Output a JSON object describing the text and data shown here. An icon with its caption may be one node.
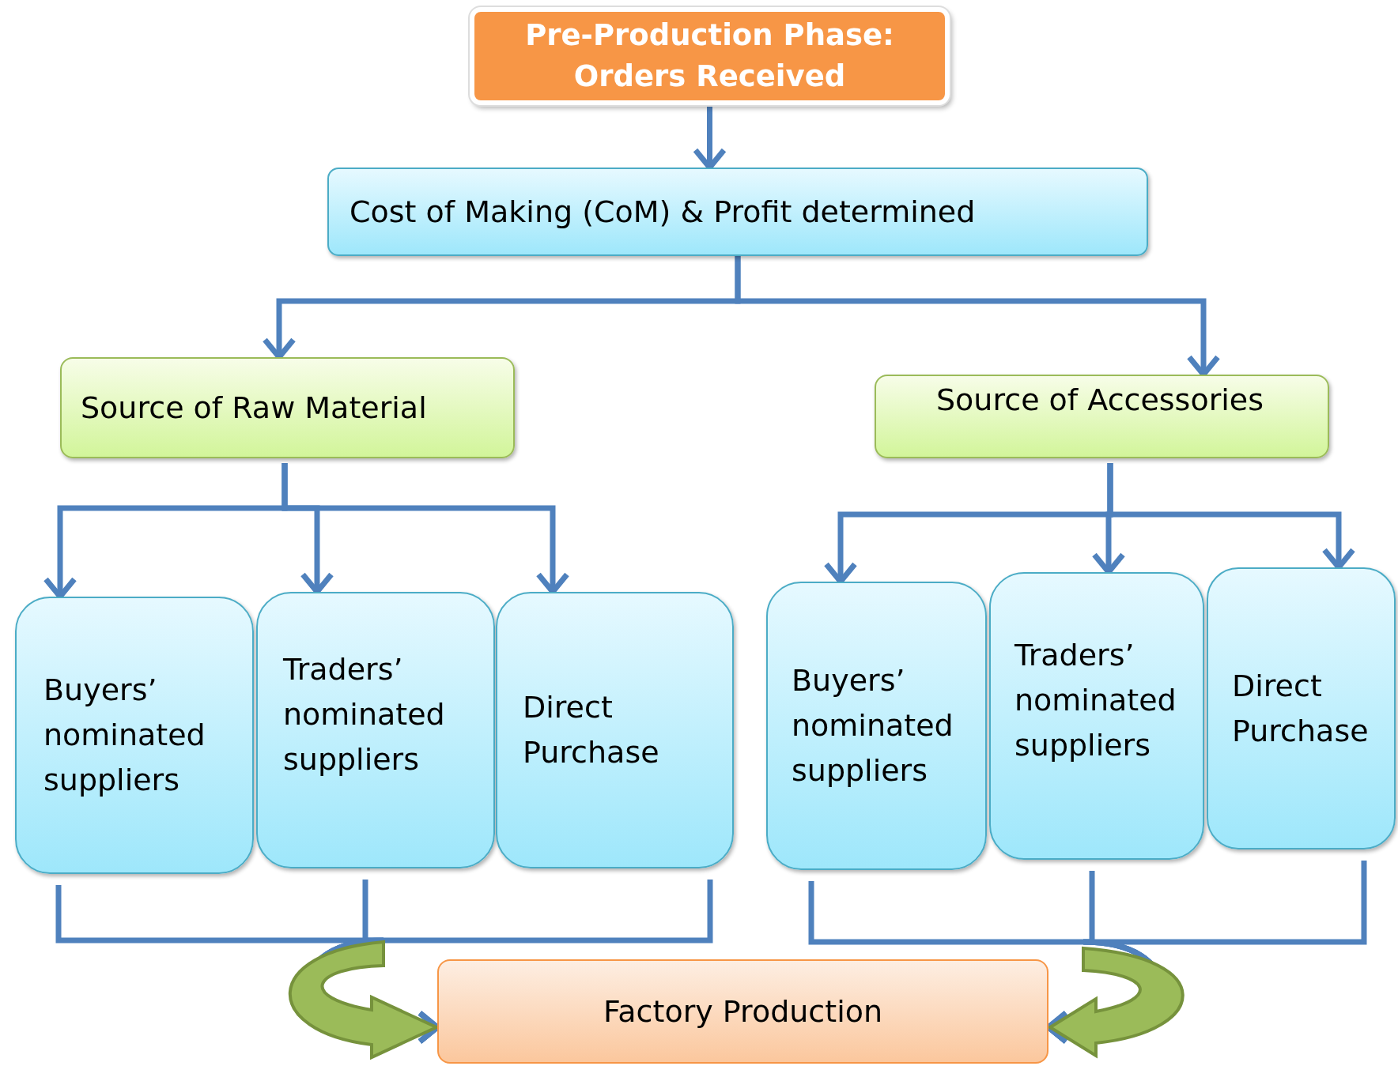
{
  "diagram": {
    "nodes": [
      {
        "text": [
          "Pre-Production Phase: Orders Received"
        ]
      },
      {
        "text": [
          "Cost of Making (CoM)  & Profit determined"
        ]
      },
      {
        "text": [
          "Source of Raw Material"
        ]
      },
      {
        "text": [
          "Source of Accessories"
        ]
      },
      {
        "text": [
          "Buyers’ nominated suppliers"
        ]
      },
      {
        "text": [
          "Traders’ nominated suppliers"
        ]
      },
      {
        "text": [
          "Direct Purchase"
        ]
      },
      {
        "text": [
          "Buyers’ nominated suppliers"
        ]
      },
      {
        "text": [
          "Traders’ nominated suppliers"
        ]
      },
      {
        "text": [
          "Direct Purchase"
        ]
      },
      {
        "text": [
          "Factory Production"
        ]
      }
    ],
    "edges": [
      {
        "from": 0,
        "to": 1,
        "arrow": "to"
      },
      {
        "from": 1,
        "to": 2,
        "arrow": "to"
      },
      {
        "from": 1,
        "to": 3,
        "arrow": "to"
      },
      {
        "from": 2,
        "to": 4,
        "arrow": "to"
      },
      {
        "from": 2,
        "to": 5,
        "arrow": "to"
      },
      {
        "from": 2,
        "to": 6,
        "arrow": "to"
      },
      {
        "from": 3,
        "to": 7,
        "arrow": "to"
      },
      {
        "from": 3,
        "to": 8,
        "arrow": "to"
      },
      {
        "from": 3,
        "to": 9,
        "arrow": "to"
      },
      {
        "from": 4,
        "to": 10,
        "arrow": "to"
      },
      {
        "from": 5,
        "to": 10,
        "arrow": "to"
      },
      {
        "from": 6,
        "to": 10,
        "arrow": "to"
      },
      {
        "from": 7,
        "to": 10,
        "arrow": "to"
      },
      {
        "from": 8,
        "to": 10,
        "arrow": "to"
      },
      {
        "from": 9,
        "to": 10,
        "arrow": "to"
      }
    ]
  }
}
